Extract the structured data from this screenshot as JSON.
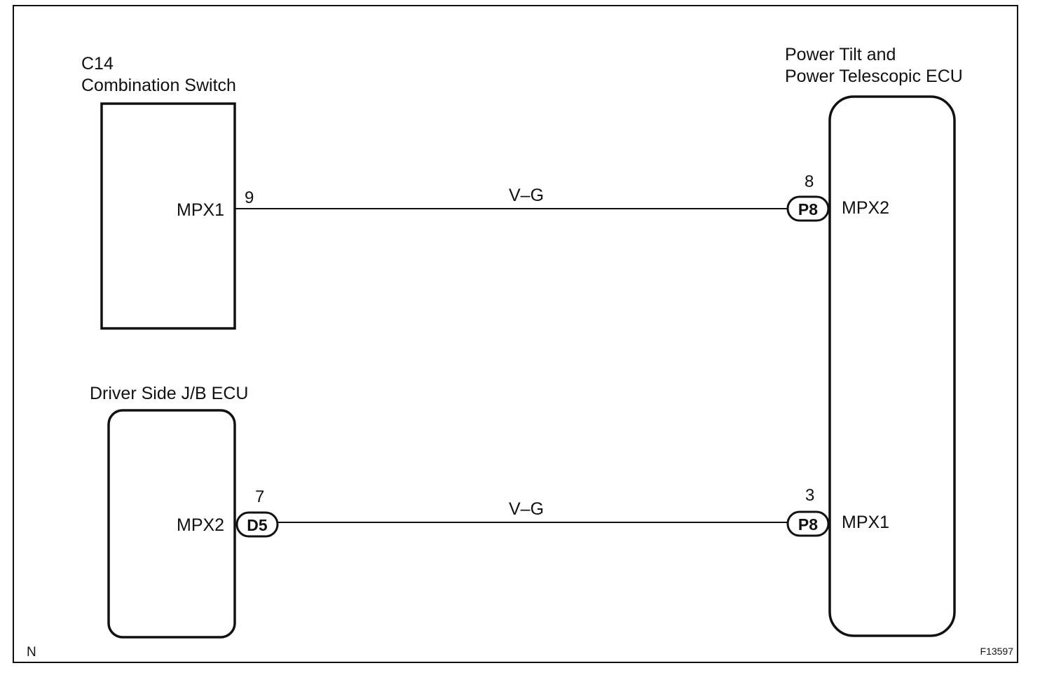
{
  "components": {
    "combination_switch": {
      "code": "C14",
      "name": "Combination Switch",
      "terminal": "MPX1",
      "pin": "9"
    },
    "driver_jb_ecu": {
      "name": "Driver Side J/B ECU",
      "terminal": "MPX2",
      "pin": "7",
      "connector": "D5"
    },
    "tilt_telescopic_ecu": {
      "name_line1": "Power Tilt and",
      "name_line2": "Power Telescopic ECU",
      "terminal_top": "MPX2",
      "pin_top": "8",
      "connector_top": "P8",
      "terminal_bottom": "MPX1",
      "pin_bottom": "3",
      "connector_bottom": "P8"
    }
  },
  "wires": [
    {
      "color_code": "V–G"
    },
    {
      "color_code": "V–G"
    }
  ],
  "corner_left": "N",
  "figure_code": "F13597"
}
